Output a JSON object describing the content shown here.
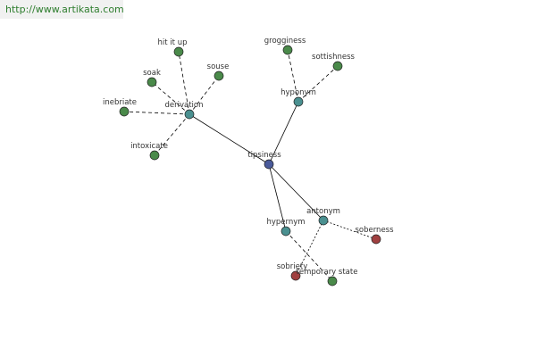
{
  "site": {
    "url": "http://www.artikata.com"
  },
  "colors": {
    "root": "#4a5a9a",
    "relation": "#4a9090",
    "leaf_green": "#4a8a4a",
    "leaf_red": "#a04040",
    "edge": "#000000"
  },
  "graph": {
    "nodes": [
      {
        "id": "tipsiness",
        "label": "tipsiness",
        "kind": "root"
      },
      {
        "id": "derivation",
        "label": "derivation",
        "kind": "relation"
      },
      {
        "id": "hyponym",
        "label": "hyponym",
        "kind": "relation"
      },
      {
        "id": "antonym",
        "label": "antonym",
        "kind": "relation"
      },
      {
        "id": "hypernym",
        "label": "hypernym",
        "kind": "relation"
      },
      {
        "id": "hit-it-up",
        "label": "hit it up",
        "kind": "leaf_green"
      },
      {
        "id": "soak",
        "label": "soak",
        "kind": "leaf_green"
      },
      {
        "id": "souse",
        "label": "souse",
        "kind": "leaf_green"
      },
      {
        "id": "inebriate",
        "label": "inebriate",
        "kind": "leaf_green"
      },
      {
        "id": "intoxicate",
        "label": "intoxicate",
        "kind": "leaf_green"
      },
      {
        "id": "grogginess",
        "label": "grogginess",
        "kind": "leaf_green"
      },
      {
        "id": "sottishness",
        "label": "sottishness",
        "kind": "leaf_green"
      },
      {
        "id": "soberness",
        "label": "soberness",
        "kind": "leaf_red"
      },
      {
        "id": "sobriety",
        "label": "sobriety",
        "kind": "leaf_red"
      },
      {
        "id": "temporary-state",
        "label": "temporary state",
        "kind": "leaf_green"
      }
    ],
    "edges": [
      {
        "from": "tipsiness",
        "to": "derivation",
        "style": "solid"
      },
      {
        "from": "tipsiness",
        "to": "hyponym",
        "style": "solid"
      },
      {
        "from": "tipsiness",
        "to": "antonym",
        "style": "solid"
      },
      {
        "from": "tipsiness",
        "to": "hypernym",
        "style": "solid"
      },
      {
        "from": "derivation",
        "to": "hit-it-up",
        "style": "dashed"
      },
      {
        "from": "derivation",
        "to": "soak",
        "style": "dashed"
      },
      {
        "from": "derivation",
        "to": "souse",
        "style": "dashed"
      },
      {
        "from": "derivation",
        "to": "inebriate",
        "style": "dashed"
      },
      {
        "from": "derivation",
        "to": "intoxicate",
        "style": "dashed"
      },
      {
        "from": "hyponym",
        "to": "grogginess",
        "style": "dashed"
      },
      {
        "from": "hyponym",
        "to": "sottishness",
        "style": "dashed"
      },
      {
        "from": "antonym",
        "to": "soberness",
        "style": "dotted"
      },
      {
        "from": "antonym",
        "to": "sobriety",
        "style": "dotted"
      },
      {
        "from": "hypernym",
        "to": "temporary-state",
        "style": "dashed"
      }
    ]
  }
}
